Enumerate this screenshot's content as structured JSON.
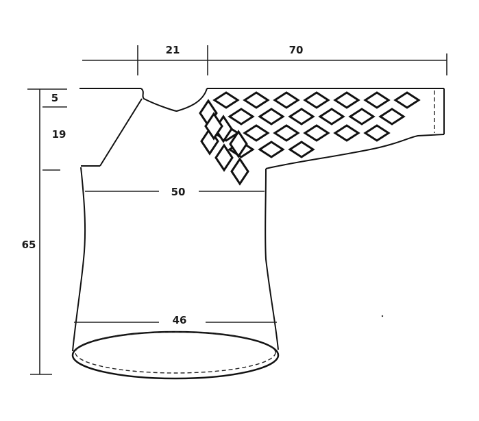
{
  "diagram": {
    "labels": {
      "raglan_width": "21",
      "sleeve_length": "70",
      "neck_depth": "5",
      "raglan_depth": "19",
      "total_length": "65",
      "chest_width": "50",
      "hem_width": "46"
    },
    "colors": {
      "line": "#111111",
      "background": "#ffffff"
    }
  }
}
